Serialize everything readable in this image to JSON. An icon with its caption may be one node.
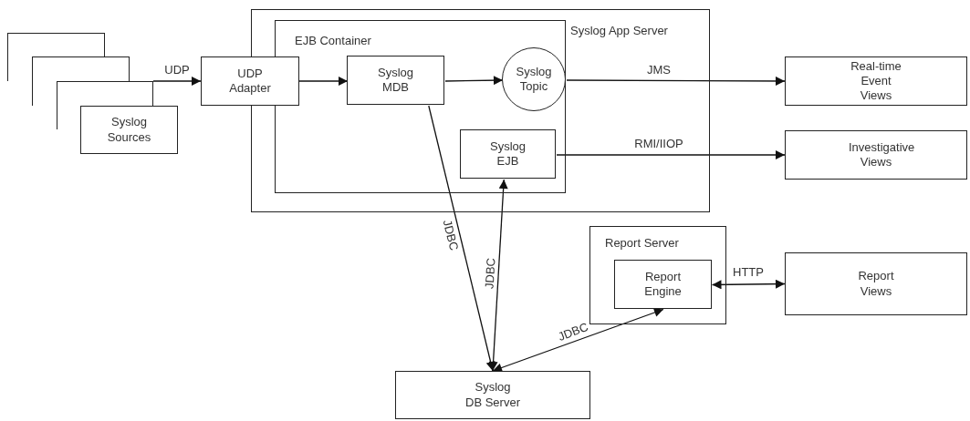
{
  "diagram": {
    "nodes": [
      {
        "text": [],
        "shape": "box"
      },
      {
        "text": [],
        "shape": "box"
      },
      {
        "text": [],
        "shape": "box"
      },
      {
        "text": [
          "Syslog Sources"
        ]
      },
      {
        "text": [
          "UDP Adapter"
        ]
      },
      {
        "text": [
          "Syslog App Server"
        ]
      },
      {
        "text": [
          "EJB Container"
        ],
        "in": 5
      },
      {
        "text": [
          "Syslog MDB"
        ],
        "in": 6
      },
      {
        "text": [
          "Syslog Topic"
        ],
        "in": 6
      },
      {
        "text": [
          "Syslog EJB"
        ],
        "in": 6
      },
      {
        "text": [
          "Real-time Event Views"
        ]
      },
      {
        "text": [
          "Investigative Views"
        ]
      },
      {
        "text": [
          "Report Server"
        ]
      },
      {
        "text": [
          "Report Engine"
        ],
        "in": 12
      },
      {
        "text": [
          "Report Views"
        ]
      },
      {
        "text": [
          "Syslog DB Server"
        ]
      }
    ],
    "edges": [
      {
        "from": 2,
        "to": 4,
        "arrow": "to",
        "label": "UDP"
      },
      {
        "from": 4,
        "to": 7,
        "arrow": "to"
      },
      {
        "from": 7,
        "to": 8,
        "arrow": "to"
      },
      {
        "from": 8,
        "to": 10,
        "arrow": "to",
        "label": "JMS"
      },
      {
        "from": 9,
        "to": 11,
        "arrow": "to",
        "label": "RMI/IIOP"
      },
      {
        "from": 7,
        "to": 15,
        "arrow": "to",
        "label": "JDBC"
      },
      {
        "from": 15,
        "to": 9,
        "arrow": "both",
        "label": "JDBC"
      },
      {
        "from": 15,
        "to": 13,
        "arrow": "both",
        "label": "JDBC"
      },
      {
        "from": 13,
        "to": 14,
        "arrow": "both",
        "label": "HTTP"
      }
    ]
  }
}
